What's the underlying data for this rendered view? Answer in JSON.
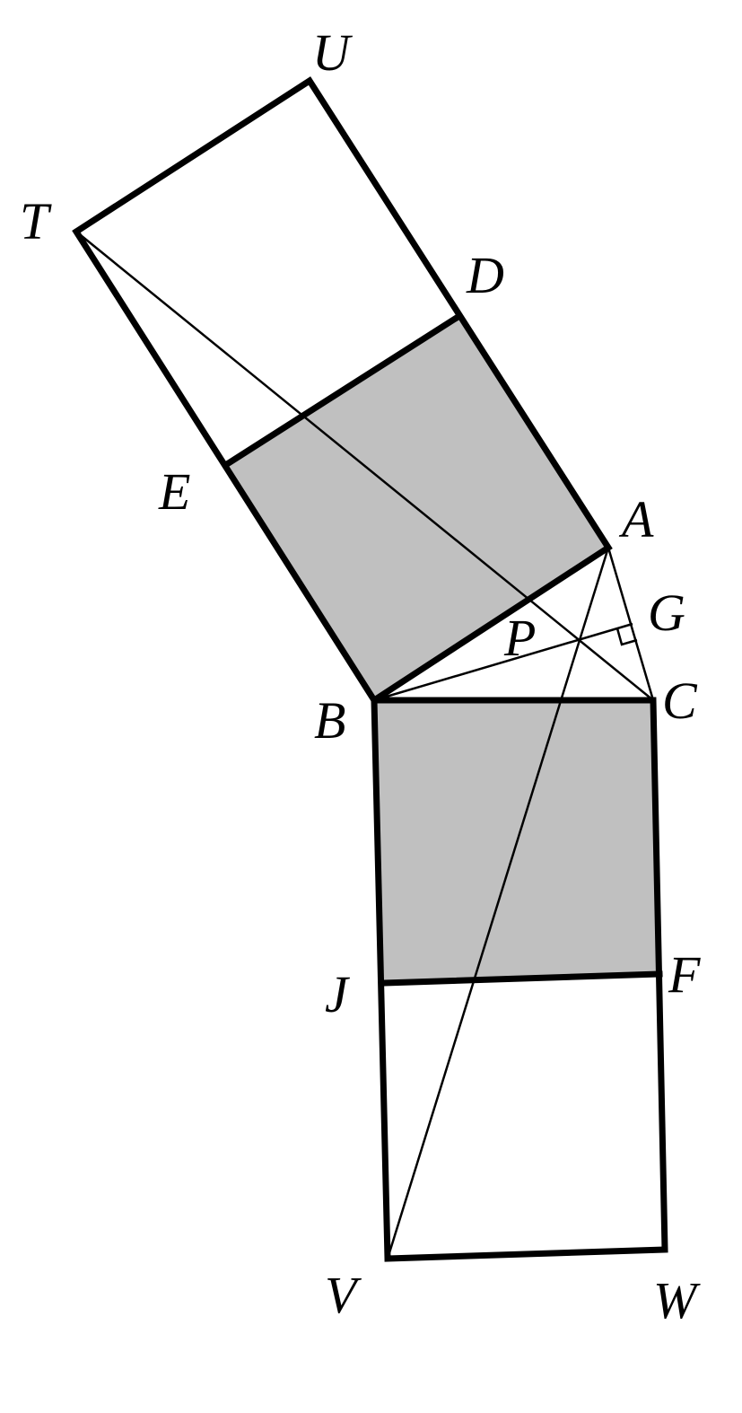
{
  "colors": {
    "shade": "#c0c0c0",
    "stroke": "#000000",
    "background": "#ffffff"
  },
  "labels": {
    "U": "U",
    "T": "T",
    "D": "D",
    "E": "E",
    "A": "A",
    "G": "G",
    "P": "P",
    "C": "C",
    "B": "B",
    "J": "J",
    "F": "F",
    "V": "V",
    "W": "W"
  }
}
